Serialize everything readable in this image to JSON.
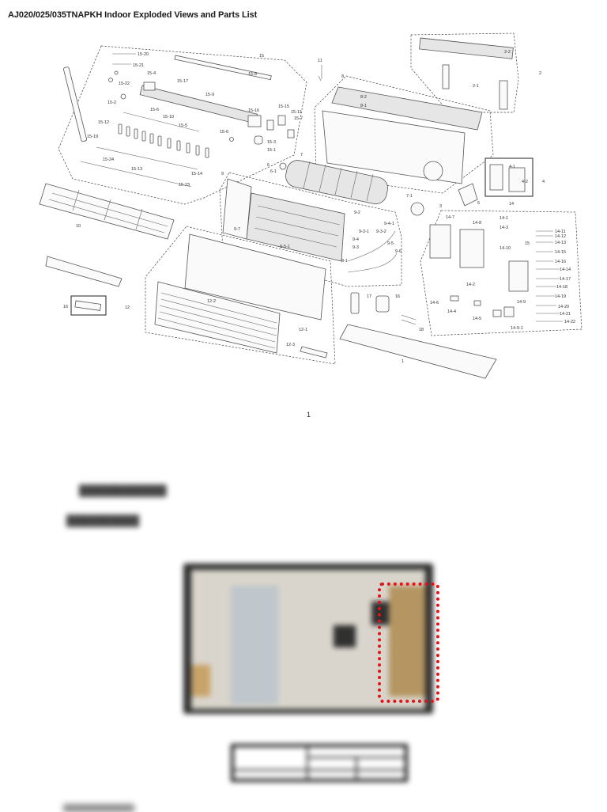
{
  "document": {
    "title": "AJ020/025/035TNAPKH  Indoor Exploded Views and Parts List",
    "page_number": "1"
  },
  "diagram": {
    "labels": {
      "p15": "15",
      "p15_8": "15-8",
      "p15_20": "15-20",
      "p15_21": "15-21",
      "p15_4": "15-4",
      "p15_22": "15-22",
      "p15_17": "15-17",
      "p15_9": "15-9",
      "p15_2": "15-2",
      "p15_6a": "15-6",
      "p15_10": "15-10",
      "p15_16": "15-16",
      "p15_15": "15-15",
      "p15_11": "15-11",
      "p15_7": "15-7",
      "p15_12": "15-12",
      "p15_5": "15-5",
      "p15_6b": "15-6",
      "p15_3": "15-3",
      "p15_1": "15-1",
      "p15_19": "15-19",
      "p15_24": "15-24",
      "p15_13": "15-13",
      "p15_14": "15-14",
      "p15_23": "15-23",
      "p11": "11",
      "p2_2": "2-2",
      "p2": "2",
      "p2_1": "2-1",
      "p8": "8",
      "p8_2": "8-2",
      "p8_1": "8-1",
      "p4_1": "4-1",
      "p4_2": "4-2",
      "p4": "4",
      "p6": "6",
      "p6_1": "6-1",
      "p7": "7",
      "p7_1": "7-1",
      "p3": "3",
      "p5": "5",
      "p9": "9",
      "p9_2": "9-2",
      "p9_4_1": "9-4-1",
      "p9_3_1": "9-3-1",
      "p9_3_2": "9-3-2",
      "p9_4": "9-4",
      "p9_5": "9-5",
      "p9_3": "9-3",
      "p9_6": "9-6",
      "p9_5_1": "9-5-1",
      "p9_1": "9-1",
      "p9_7": "9-7",
      "p10": "10",
      "p16": "16",
      "p12": "12",
      "p12_2": "12-2",
      "p12_1": "12-1",
      "p12_3": "12-3",
      "p17": "17",
      "p18": "18",
      "p1": "1",
      "p14": "14",
      "p14_7": "14-7",
      "p14_1": "14-1",
      "p14_8": "14-8",
      "p14_3": "14-3",
      "p14_10": "14-10",
      "p14_6": "14-6",
      "p14_4": "14-4",
      "p14_5": "14-5",
      "p14_9": "14-9",
      "p14_9_1": "14-9-1",
      "p14_2": "14-2",
      "p14_11": "14-11",
      "p14_12": "14-12",
      "p14_13": "14-13",
      "p14_14": "14-14",
      "p14_15": "14-15",
      "p14_16": "14-16",
      "p14_17": "14-17",
      "p14_18": "14-18",
      "p14_19": "14-19",
      "p14_20": "14-20",
      "p14_21": "14-21",
      "p14_22": "14-22"
    }
  },
  "colors": {
    "highlight": "#e0131a",
    "line": "#555555"
  }
}
